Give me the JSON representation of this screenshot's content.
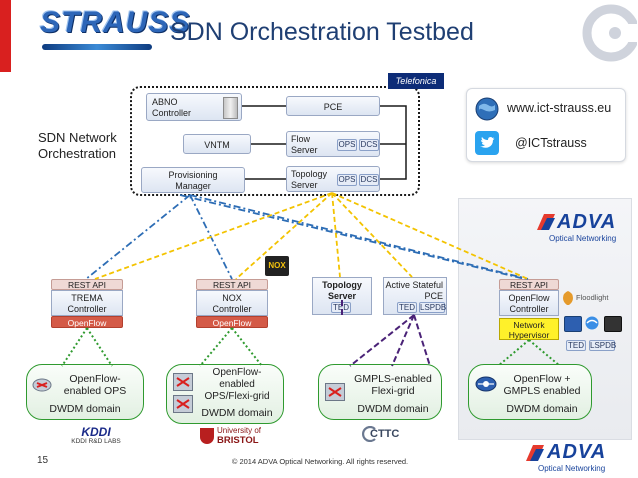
{
  "header": {
    "logo_text": "STRAUSS",
    "title": "SDN Orchestration Testbed"
  },
  "orchestration": {
    "label_line1": "SDN Network",
    "label_line2": "Orchestration",
    "telefonica": "Telefonica",
    "abno": [
      "ABNO",
      "Controller"
    ],
    "pce": "PCE",
    "vntm": "VNTM",
    "flow_server": [
      "Flow",
      "Server"
    ],
    "provisioning": [
      "Provisioning",
      "Manager"
    ],
    "topology_server": [
      "Topology",
      "Server"
    ],
    "ops": "OPS",
    "dcs": "DCS"
  },
  "links": {
    "web": "www.ict-strauss.eu",
    "twitter": "@ICTstrauss"
  },
  "domains": {
    "kddi": {
      "rest": "REST API",
      "controller": [
        "TREMA",
        "Controller"
      ],
      "openflow": "OpenFlow",
      "cloud": [
        "OpenFlow-",
        "enabled OPS"
      ],
      "domain": "DWDM domain",
      "logo": "KDDI",
      "logo_sub": "KDDI R&D LABS"
    },
    "bristol": {
      "rest": "REST API",
      "controller": [
        "NOX",
        "Controller"
      ],
      "openflow": "OpenFlow",
      "nox_logo": "NOX",
      "cloud": [
        "OpenFlow-",
        "enabled",
        "OPS/Flexi-grid"
      ],
      "domain": "DWDM domain",
      "logo": [
        "University of",
        "BRISTOL"
      ]
    },
    "cttc": {
      "topology": [
        "Topology",
        "Server"
      ],
      "ted": "TED",
      "pce": [
        "Active Stateful",
        "PCE"
      ],
      "lspdb": "LSPDB",
      "cloud": [
        "GMPLS-enabled",
        "Flexi-grid"
      ],
      "domain": "DWDM domain",
      "logo": "CTTC"
    },
    "adva": {
      "logo": "ADVA",
      "logo_sub": "Optical Networking",
      "rest": "REST API",
      "controller": [
        "OpenFlow",
        "Controller"
      ],
      "hypervisor": [
        "Network",
        "Hypervisor"
      ],
      "floodlight": "Floodlight",
      "ted": "TED",
      "lspdb": "LSPDB",
      "cloud": [
        "OpenFlow +",
        "GMPLS enabled"
      ],
      "domain": "DWDM domain"
    }
  },
  "footer": {
    "page": "15",
    "copyright": "© 2014 ADVA Optical Networking. All rights reserved.",
    "logo": "ADVA",
    "logo_sub": "Optical Networking"
  },
  "colors": {
    "title": "#1f3f73",
    "accent_red": "#d9201f",
    "adva_blue": "#17429b",
    "cloud_green": "#2f9a2f",
    "link_blue": "#2d6db5",
    "link_yellow": "#f3c300",
    "link_purple": "#4a2277"
  }
}
